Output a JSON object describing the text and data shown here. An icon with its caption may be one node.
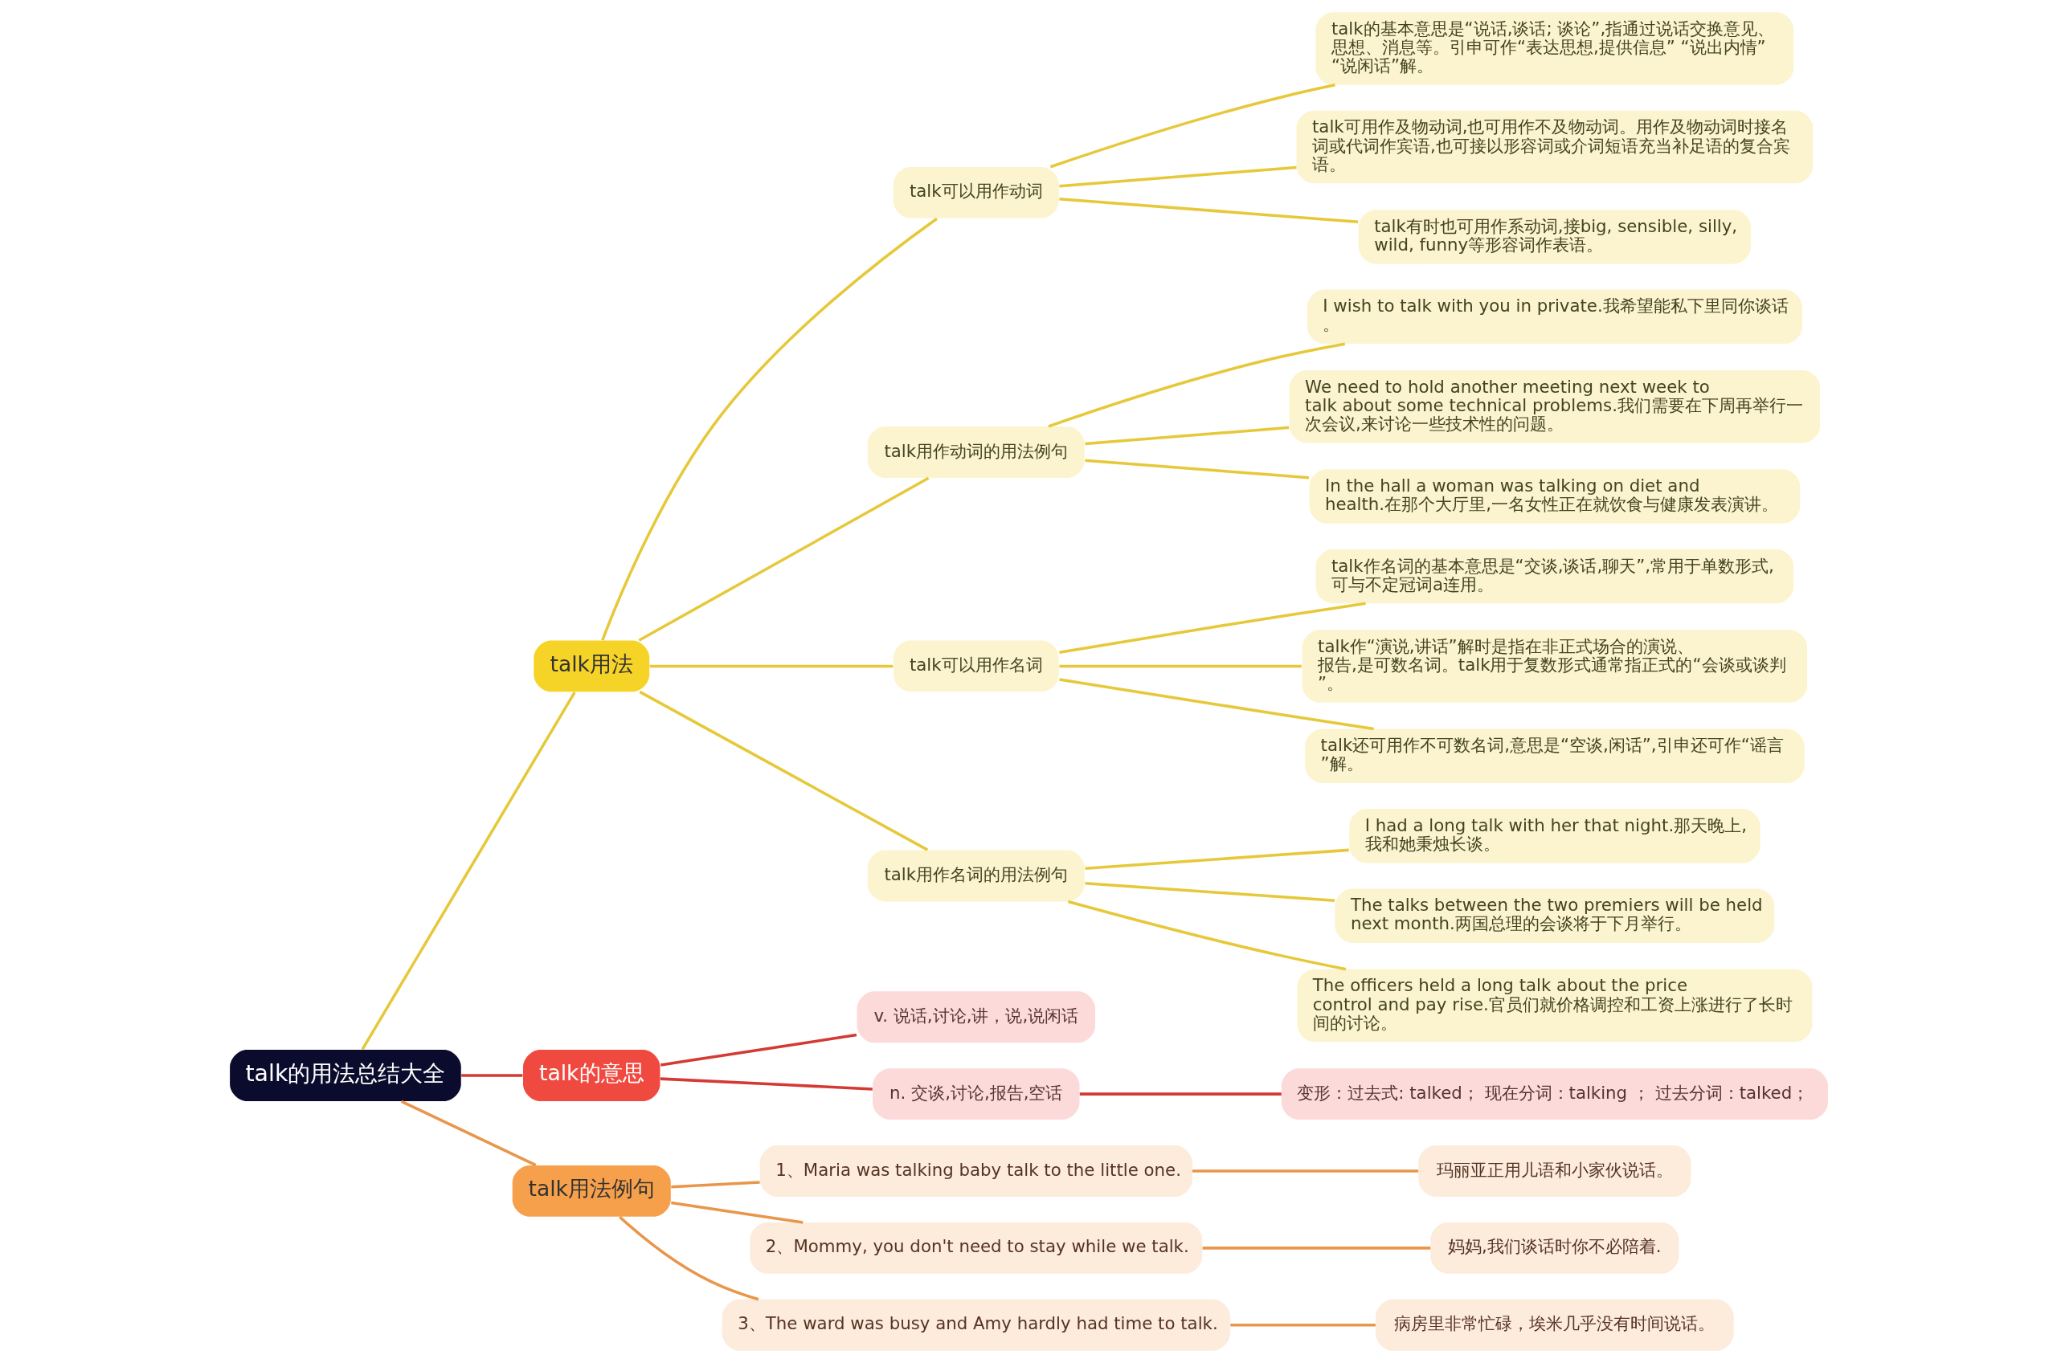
{
  "diagram": {
    "nodes": [
      {
        "text": [
          "talk的用法总结大全"
        ]
      },
      {
        "text": [
          "talk用法"
        ]
      },
      {
        "text": [
          "talk可以用作动词"
        ]
      },
      {
        "text": [
          "talk的基本意思是“说话,谈话; 谈论”,指通过说话交换意见、思想、消息等。引申可作“表达思想,提供信息” “说出内情” “说闲话”解。"
        ]
      },
      {
        "text": [
          "talk可用作及物动词,也可用作不及物动词。用作及物动词时接名词或代词作宾语,也可接以形容词或介词短语充当补足语的复合宾语。"
        ]
      },
      {
        "text": [
          "talk有时也可用作系动词,接big, sensible, silly, wild, funny等形容词作表语。"
        ]
      },
      {
        "text": [
          "talk用作动词的用法例句"
        ]
      },
      {
        "text": [
          "I wish to talk with you in private.我希望能私下里同你谈话。"
        ]
      },
      {
        "text": [
          "We need to hold another meeting next week to talk about some technical problems.我们需要在下周再举行一次会议,来讨论一些技术性的问题。"
        ]
      },
      {
        "text": [
          "In the hall a woman was talking on diet and health.在那个大厅里,一名女性正在就饮食与健康发表演讲。"
        ]
      },
      {
        "text": [
          "talk可以用作名词"
        ]
      },
      {
        "text": [
          "talk作名词的基本意思是“交谈,谈话,聊天”,常用于单数形式,可与不定冠词a连用。"
        ]
      },
      {
        "text": [
          "talk作“演说,讲话”解时是指在非正式场合的演说、报告,是可数名词。talk用于复数形式通常指正式的“会谈或谈判”。"
        ]
      },
      {
        "text": [
          "talk还可用作不可数名词,意思是“空谈,闲话”,引申还可作“谣言”解。"
        ]
      },
      {
        "text": [
          "talk用作名词的用法例句"
        ]
      },
      {
        "text": [
          "I had a long talk with her that night.那天晚上,我和她秉烛长谈。"
        ]
      },
      {
        "text": [
          "The talks between the two premiers will be held next month.两国总理的会谈将于下月举行。"
        ]
      },
      {
        "text": [
          "The officers held a long talk about the price control and pay rise.官员们就价格调控和工资上涨进行了长时间的讨论。"
        ]
      },
      {
        "text": [
          "talk的意思"
        ]
      },
      {
        "text": [
          "v. 说话,讨论,讲，说,说闲话"
        ]
      },
      {
        "text": [
          "n. 交谈,讨论,报告,空话"
        ]
      },
      {
        "text": [
          "变形：过去式: talked； 现在分词：talking ； 过去分词：talked；"
        ]
      },
      {
        "text": [
          "talk用法例句"
        ]
      },
      {
        "text": [
          "1、Maria was talking baby talk to the little one."
        ]
      },
      {
        "text": [
          "玛丽亚正用儿语和小家伙说话。"
        ]
      },
      {
        "text": [
          "2、Mommy, you don't need to stay while we talk."
        ]
      },
      {
        "text": [
          "妈妈,我们谈话时你不必陪着."
        ]
      },
      {
        "text": [
          "3、The ward was busy and Amy hardly had time to talk."
        ]
      },
      {
        "text": [
          "病房里非常忙碌，埃米几乎没有时间说话。"
        ]
      }
    ],
    "edges": [
      {
        "from": 0,
        "to": 1,
        "arrow": "none"
      },
      {
        "from": 1,
        "to": 2,
        "arrow": "none"
      },
      {
        "from": 2,
        "to": 3,
        "arrow": "none"
      },
      {
        "from": 2,
        "to": 4,
        "arrow": "none"
      },
      {
        "from": 2,
        "to": 5,
        "arrow": "none"
      },
      {
        "from": 1,
        "to": 6,
        "arrow": "none"
      },
      {
        "from": 6,
        "to": 7,
        "arrow": "none"
      },
      {
        "from": 6,
        "to": 8,
        "arrow": "none"
      },
      {
        "from": 6,
        "to": 9,
        "arrow": "none"
      },
      {
        "from": 1,
        "to": 10,
        "arrow": "none"
      },
      {
        "from": 10,
        "to": 11,
        "arrow": "none"
      },
      {
        "from": 10,
        "to": 12,
        "arrow": "none"
      },
      {
        "from": 10,
        "to": 13,
        "arrow": "none"
      },
      {
        "from": 1,
        "to": 14,
        "arrow": "none"
      },
      {
        "from": 14,
        "to": 15,
        "arrow": "none"
      },
      {
        "from": 14,
        "to": 16,
        "arrow": "none"
      },
      {
        "from": 14,
        "to": 17,
        "arrow": "none"
      },
      {
        "from": 0,
        "to": 18,
        "arrow": "none",
        "color": "#d43a33"
      },
      {
        "from": 18,
        "to": 19,
        "arrow": "none",
        "color": "#d43a33"
      },
      {
        "from": 18,
        "to": 20,
        "arrow": "none",
        "color": "#d43a33"
      },
      {
        "from": 20,
        "to": 21,
        "arrow": "none",
        "color": "#d43a33"
      },
      {
        "from": 0,
        "to": 22,
        "arrow": "none",
        "color": "#e8964a"
      },
      {
        "from": 22,
        "to": 23,
        "arrow": "none",
        "color": "#e8964a"
      },
      {
        "from": 23,
        "to": 24,
        "arrow": "none",
        "color": "#e8964a"
      },
      {
        "from": 22,
        "to": 25,
        "arrow": "none",
        "color": "#e8964a"
      },
      {
        "from": 25,
        "to": 26,
        "arrow": "none",
        "color": "#e8964a"
      },
      {
        "from": 22,
        "to": 27,
        "arrow": "none",
        "color": "#e8964a"
      },
      {
        "from": 27,
        "to": 28,
        "arrow": "none",
        "color": "#e8964a"
      }
    ]
  }
}
